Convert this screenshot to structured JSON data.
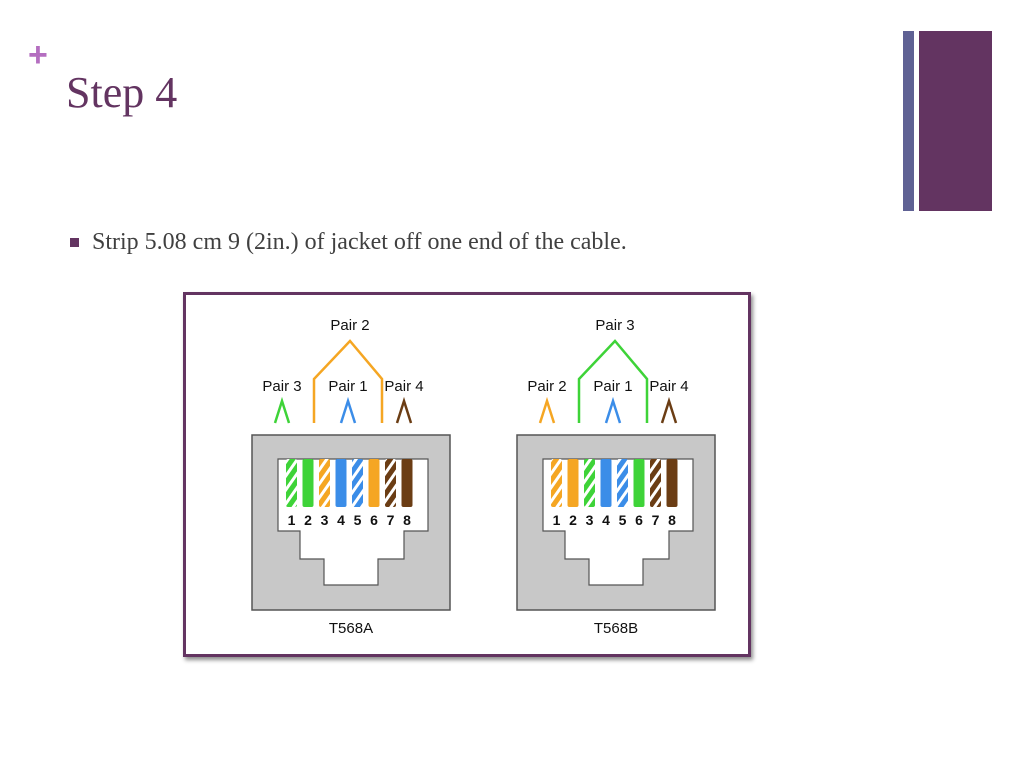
{
  "slide": {
    "plus_symbol": "+",
    "title": "Step 4",
    "bullet": "Strip 5.08 cm 9 (2in.) of jacket off one end of the cable."
  },
  "colors": {
    "accent": "#633461",
    "accent_thin_bar": "#5f6194",
    "plus_color": "#b46ec0",
    "title_color": "#633461",
    "bullet_color": "#633461",
    "jack_gray": "#c8c8c8",
    "jack_outline": "#555555"
  },
  "wire_colors": {
    "green": "#3ed338",
    "orange": "#f5a623",
    "blue": "#3b8de8",
    "brown": "#6b3d14"
  },
  "diagram": {
    "jacks": [
      {
        "name": "T568A",
        "top_pair": {
          "label": "Pair 2",
          "color": "orange"
        },
        "side_pairs": [
          {
            "label": "Pair 3",
            "color": "green"
          },
          {
            "label": "Pair 1",
            "color": "blue"
          },
          {
            "label": "Pair 4",
            "color": "brown"
          }
        ],
        "pins": [
          {
            "num": "1",
            "color": "green",
            "striped": true
          },
          {
            "num": "2",
            "color": "green",
            "striped": false
          },
          {
            "num": "3",
            "color": "orange",
            "striped": true
          },
          {
            "num": "4",
            "color": "blue",
            "striped": false
          },
          {
            "num": "5",
            "color": "blue",
            "striped": true
          },
          {
            "num": "6",
            "color": "orange",
            "striped": false
          },
          {
            "num": "7",
            "color": "brown",
            "striped": true
          },
          {
            "num": "8",
            "color": "brown",
            "striped": false
          }
        ]
      },
      {
        "name": "T568B",
        "top_pair": {
          "label": "Pair 3",
          "color": "green"
        },
        "side_pairs": [
          {
            "label": "Pair 2",
            "color": "orange"
          },
          {
            "label": "Pair 1",
            "color": "blue"
          },
          {
            "label": "Pair 4",
            "color": "brown"
          }
        ],
        "pins": [
          {
            "num": "1",
            "color": "orange",
            "striped": true
          },
          {
            "num": "2",
            "color": "orange",
            "striped": false
          },
          {
            "num": "3",
            "color": "green",
            "striped": true
          },
          {
            "num": "4",
            "color": "blue",
            "striped": false
          },
          {
            "num": "5",
            "color": "blue",
            "striped": true
          },
          {
            "num": "6",
            "color": "green",
            "striped": false
          },
          {
            "num": "7",
            "color": "brown",
            "striped": true
          },
          {
            "num": "8",
            "color": "brown",
            "striped": false
          }
        ]
      }
    ]
  }
}
